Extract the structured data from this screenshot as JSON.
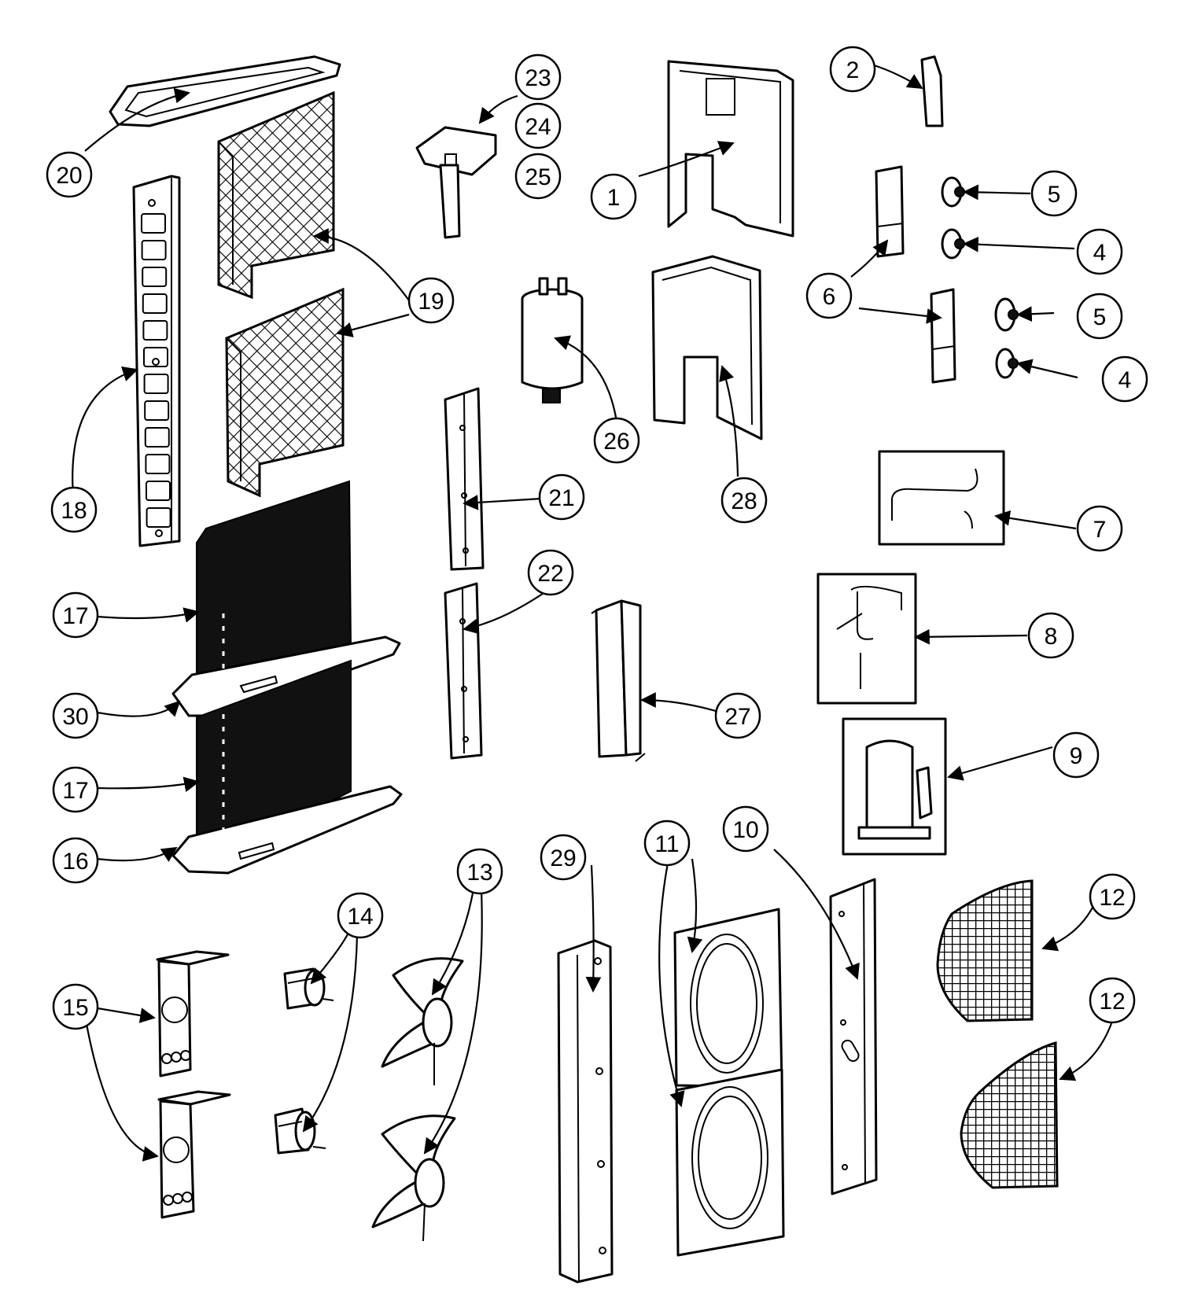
{
  "callouts": [
    {
      "id": "c1",
      "label": "1"
    },
    {
      "id": "c2",
      "label": "2"
    },
    {
      "id": "c4a",
      "label": "4"
    },
    {
      "id": "c4b",
      "label": "4"
    },
    {
      "id": "c5a",
      "label": "5"
    },
    {
      "id": "c5b",
      "label": "5"
    },
    {
      "id": "c6",
      "label": "6"
    },
    {
      "id": "c7",
      "label": "7"
    },
    {
      "id": "c8",
      "label": "8"
    },
    {
      "id": "c9",
      "label": "9"
    },
    {
      "id": "c10",
      "label": "10"
    },
    {
      "id": "c11",
      "label": "11"
    },
    {
      "id": "c12a",
      "label": "12"
    },
    {
      "id": "c12b",
      "label": "12"
    },
    {
      "id": "c13",
      "label": "13"
    },
    {
      "id": "c14",
      "label": "14"
    },
    {
      "id": "c15",
      "label": "15"
    },
    {
      "id": "c16",
      "label": "16"
    },
    {
      "id": "c17a",
      "label": "17"
    },
    {
      "id": "c17b",
      "label": "17"
    },
    {
      "id": "c18",
      "label": "18"
    },
    {
      "id": "c19",
      "label": "19"
    },
    {
      "id": "c20",
      "label": "20"
    },
    {
      "id": "c21",
      "label": "21"
    },
    {
      "id": "c22",
      "label": "22"
    },
    {
      "id": "c23",
      "label": "23"
    },
    {
      "id": "c24",
      "label": "24"
    },
    {
      "id": "c25",
      "label": "25"
    },
    {
      "id": "c26",
      "label": "26"
    },
    {
      "id": "c27",
      "label": "27"
    },
    {
      "id": "c28",
      "label": "28"
    },
    {
      "id": "c29",
      "label": "29"
    },
    {
      "id": "c30",
      "label": "30"
    }
  ]
}
